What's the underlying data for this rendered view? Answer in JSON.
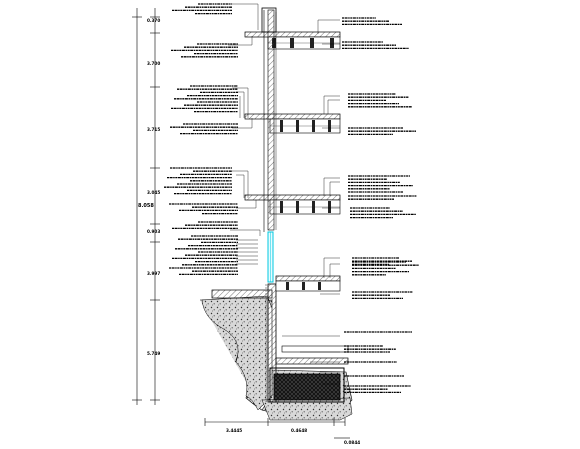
{
  "drawing": {
    "type": "wall-section",
    "vertical_dimensions": {
      "total": "8.058",
      "segments": [
        "0.370",
        "3.700",
        "3.715",
        "3.045",
        "0.903",
        "3.997",
        "5.749"
      ]
    },
    "horizontal_dimensions": [
      "3.4445",
      "0.4648",
      "0.0844"
    ],
    "colors": {
      "line": "#000000",
      "glass": "#00c8e0",
      "hatch": "#555555"
    },
    "left_note_groups": [
      {
        "lines": 4
      },
      {
        "lines": 5
      },
      {
        "lines": 9
      },
      {
        "lines": 4
      },
      {
        "lines": 9
      },
      {
        "lines": 4
      },
      {
        "lines": 3
      },
      {
        "lines": 13
      }
    ],
    "right_note_groups": [
      {
        "lines": 3
      },
      {
        "lines": 3
      },
      {
        "lines": 5
      },
      {
        "lines": 3
      },
      {
        "lines": 6
      },
      {
        "lines": 2
      },
      {
        "lines": 4
      },
      {
        "lines": 3
      },
      {
        "lines": 5
      },
      {
        "lines": 3
      },
      {
        "lines": 1
      },
      {
        "lines": 2
      },
      {
        "lines": 1
      },
      {
        "lines": 1
      },
      {
        "lines": 1
      },
      {
        "lines": 3
      }
    ]
  }
}
